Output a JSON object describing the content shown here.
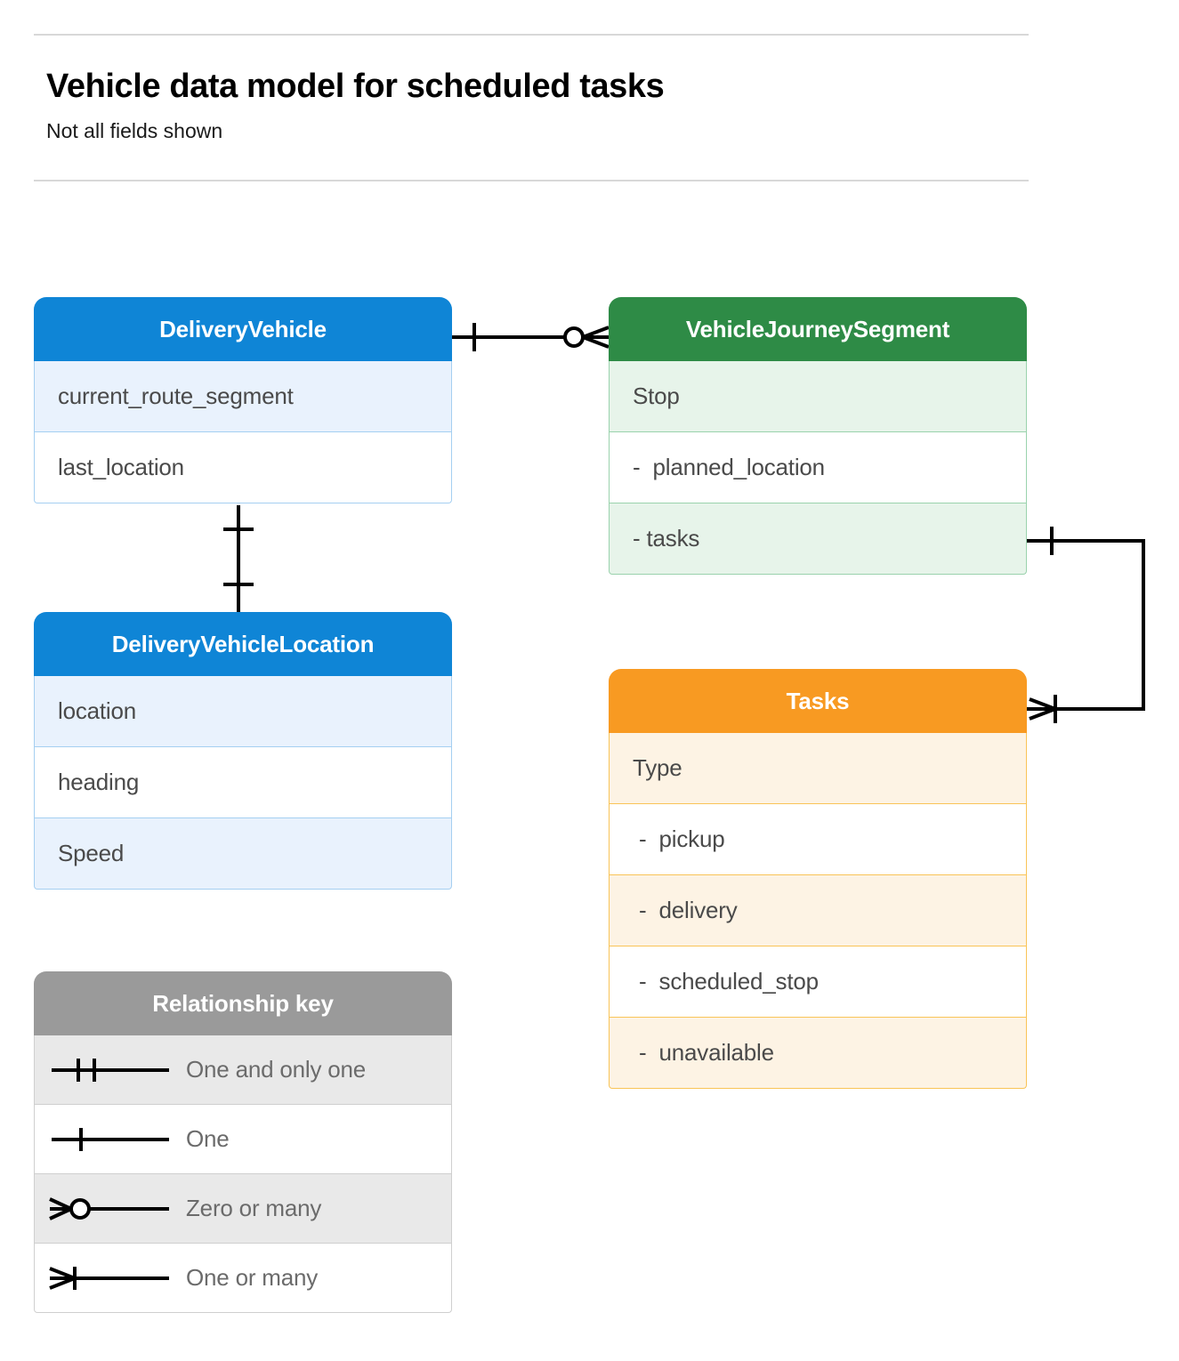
{
  "header": {
    "title": "Vehicle data model for scheduled tasks",
    "subtitle": "Not all fields shown"
  },
  "colors": {
    "blue_header": "#0f85d6",
    "blue_row": "#e9f2fd",
    "blue_border": "#a5cff1",
    "green_header": "#2e8b46",
    "green_row": "#e7f4ea",
    "green_border": "#9ad2ad",
    "orange_header": "#f89a22",
    "orange_row": "#fdf3e4",
    "orange_border": "#f9c457",
    "grey_header": "#9a9a9a",
    "grey_row": "#e9e9e9",
    "grey_border": "#cfcfcf",
    "line": "#000000",
    "rule": "#d8d8d8"
  },
  "entities": [
    {
      "id": "delivery-vehicle",
      "name": "DeliveryVehicle",
      "theme": "blue",
      "fields": [
        "current_route_segment",
        "last_location"
      ]
    },
    {
      "id": "vehicle-journey-segment",
      "name": "VehicleJourneySegment",
      "theme": "green",
      "fields": [
        "Stop",
        "-  planned_location",
        "- tasks"
      ]
    },
    {
      "id": "delivery-vehicle-location",
      "name": "DeliveryVehicleLocation",
      "theme": "blue",
      "fields": [
        "location",
        "heading",
        "Speed"
      ]
    },
    {
      "id": "tasks",
      "name": "Tasks",
      "theme": "orange",
      "fields": [
        "Type",
        " -  pickup",
        " -  delivery",
        " -  scheduled_stop",
        " -  unavailable"
      ]
    }
  ],
  "legend": {
    "title": "Relationship key",
    "items": [
      {
        "symbol": "one-and-only-one",
        "label": "One and only one"
      },
      {
        "symbol": "one",
        "label": "One"
      },
      {
        "symbol": "zero-or-many",
        "label": "Zero or many"
      },
      {
        "symbol": "one-or-many",
        "label": "One or many"
      }
    ]
  },
  "relationships": [
    {
      "id": "vehicle-to-journey-segment",
      "from": "DeliveryVehicle",
      "to": "VehicleJourneySegment",
      "from_cardinality": "One",
      "to_cardinality": "Zero or many"
    },
    {
      "id": "vehicle-to-vehicle-location",
      "from": "DeliveryVehicle",
      "to": "DeliveryVehicleLocation",
      "from_cardinality": "One",
      "to_cardinality": "One"
    },
    {
      "id": "journey-segment-tasks-to-tasks",
      "from": "VehicleJourneySegment.tasks",
      "to": "Tasks",
      "from_cardinality": "One",
      "to_cardinality": "One or many"
    }
  ]
}
